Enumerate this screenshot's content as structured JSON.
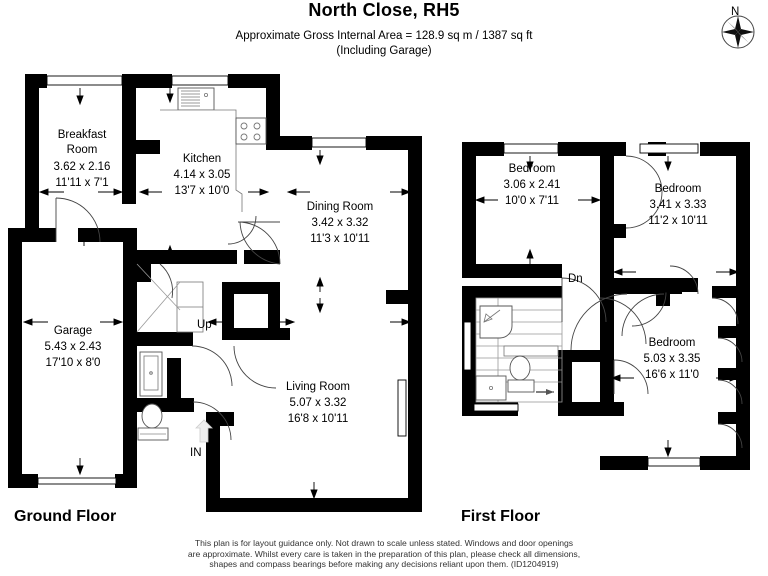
{
  "header": {
    "title": "North Close, RH5",
    "area_line": "Approximate Gross Internal Area = 128.9 sq m / 1387 sq ft",
    "area_note": "(Including Garage)"
  },
  "compass": {
    "label": "N",
    "name": "compass-rose"
  },
  "floors": [
    {
      "id": "ground",
      "title": "Ground Floor",
      "rooms": [
        {
          "name": "Breakfast Room",
          "name_line1": "Breakfast",
          "name_line2": "Room",
          "metric": "3.62 x 2.16",
          "imperial": "11'11 x 7'1"
        },
        {
          "name": "Kitchen",
          "metric": "4.14 x 3.05",
          "imperial": "13'7 x 10'0"
        },
        {
          "name": "Dining Room",
          "metric": "3.42 x 3.32",
          "imperial": "11'3 x 10'11"
        },
        {
          "name": "Garage",
          "metric": "5.43 x 2.43",
          "imperial": "17'10 x 8'0"
        },
        {
          "name": "Living Room",
          "metric": "5.07 x 3.32",
          "imperial": "16'8 x 10'11"
        }
      ],
      "markers": [
        {
          "id": "up",
          "label": "Up"
        },
        {
          "id": "in",
          "label": "IN"
        }
      ]
    },
    {
      "id": "first",
      "title": "First Floor",
      "rooms": [
        {
          "name": "Bedroom",
          "metric": "3.06 x 2.41",
          "imperial": "10'0 x 7'11"
        },
        {
          "name": "Bedroom",
          "metric": "3.41 x 3.33",
          "imperial": "11'2 x 10'11"
        },
        {
          "name": "Bedroom",
          "metric": "5.03 x 3.35",
          "imperial": "16'6 x 11'0"
        }
      ],
      "markers": [
        {
          "id": "dn",
          "label": "Dn"
        }
      ]
    }
  ],
  "footer": {
    "line1": "This plan is for layout guidance only. Not drawn to scale unless stated. Windows and door openings",
    "line2": "are approximate. Whilst every care is taken in the preparation of this plan, please check all dimensions,",
    "line3": "shapes and compass bearings before making any decisions reliant upon them. (ID1204919)"
  },
  "colors": {
    "wall": "#000000",
    "background": "#ffffff",
    "text": "#000000",
    "fixture_stroke": "#555555"
  }
}
